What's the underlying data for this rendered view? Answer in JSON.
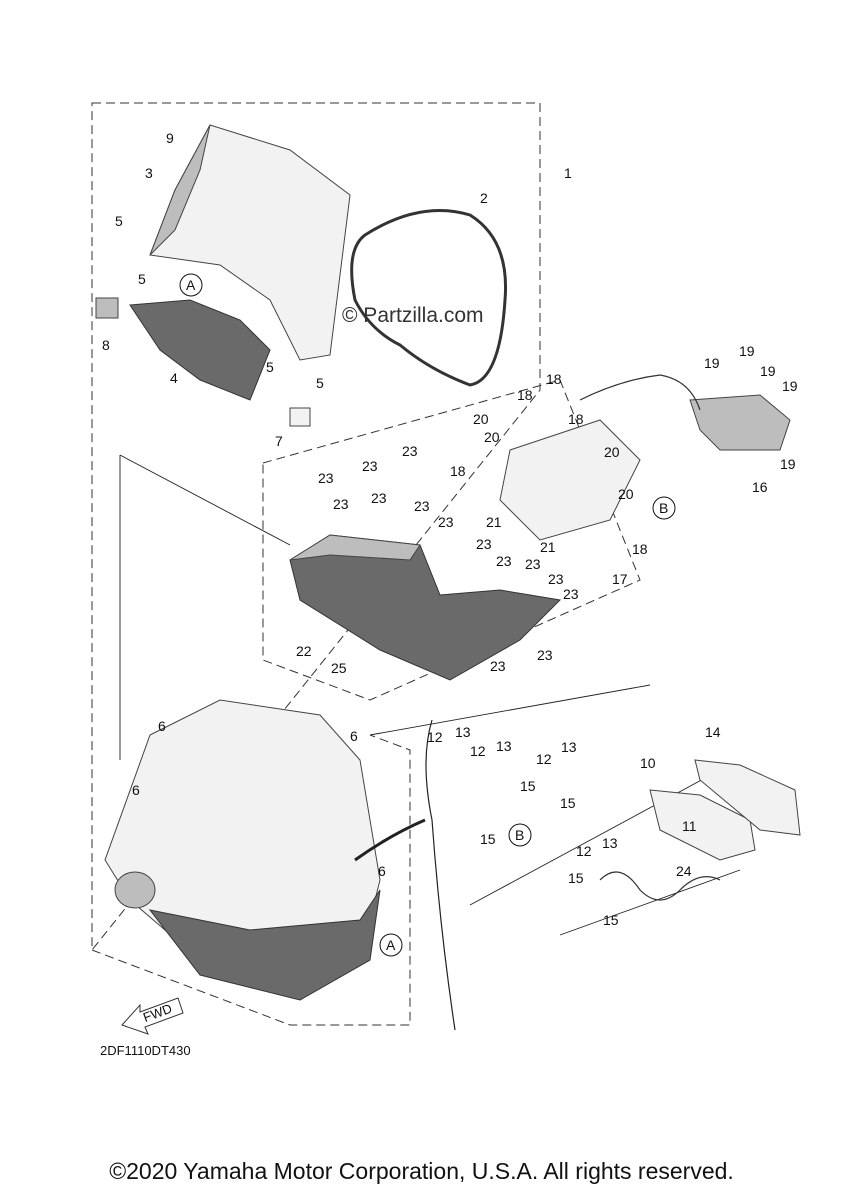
{
  "watermark": "© Partzilla.com",
  "diagram_code": "2DF1110DT430",
  "copyright": "©2020 Yamaha Motor Corporation, U.S.A. All rights reserved.",
  "fwd_label": "FWD",
  "ref_a": "A",
  "ref_b": "B",
  "callouts": [
    "1",
    "2",
    "3",
    "4",
    "5",
    "6",
    "7",
    "8",
    "9",
    "10",
    "11",
    "12",
    "13",
    "14",
    "15",
    "16",
    "17",
    "18",
    "19",
    "20",
    "21",
    "22",
    "23",
    "24",
    "25"
  ]
}
